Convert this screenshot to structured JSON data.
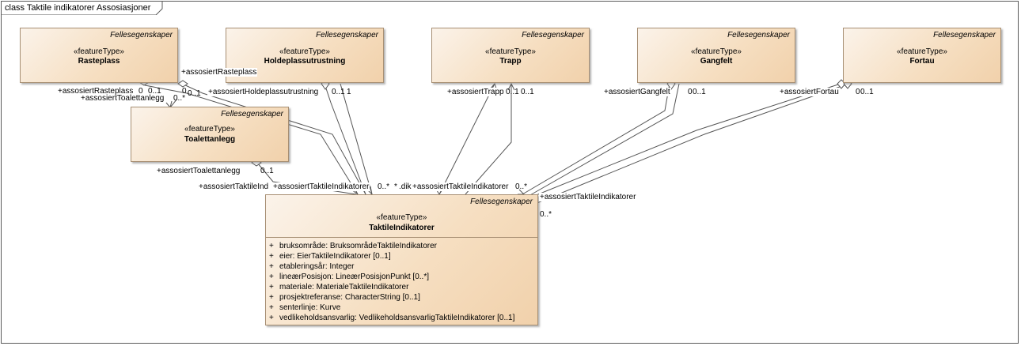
{
  "diagram": {
    "title": "class Taktile indikatorer Assosiasjoner"
  },
  "stereotype": "«featureType»",
  "group_label": "Fellesegenskaper",
  "classes": {
    "rasteplass": "Rasteplass",
    "holdeplassutrustning": "Holdeplassutrustning",
    "trapp": "Trapp",
    "gangfelt": "Gangfelt",
    "fortau": "Fortau",
    "toalettanlegg": "Toalettanlegg",
    "taktileindikatorer": "TaktileIndikatorer"
  },
  "attributes": [
    {
      "vis": "+",
      "text": "bruksområde: BruksområdeTaktileIndikatorer"
    },
    {
      "vis": "+",
      "text": "eier: EierTaktileIndikatorer [0..1]"
    },
    {
      "vis": "+",
      "text": "etableringsår: Integer"
    },
    {
      "vis": "+",
      "text": "lineærPosisjon: LineærPosisjonPunkt [0..*]"
    },
    {
      "vis": "+",
      "text": "materiale: MaterialeTaktileIndikatorer"
    },
    {
      "vis": "+",
      "text": "prosjektreferanse: CharacterString [0..1]"
    },
    {
      "vis": "+",
      "text": "senterlinje: Kurve"
    },
    {
      "vis": "+",
      "text": "vedlikeholdsansvarlig: VedlikeholdsansvarligTaktileIndikatorer [0..1]"
    }
  ],
  "labels": {
    "assosiert_rasteplass_a": "+assosiertRasteplass",
    "assosiert_rasteplass_b": "+assosiertRasteplass",
    "mult_rp_0": "0",
    "mult_rp_01": "0..1",
    "mult_rp_0b": "0",
    "mult_rp_01b": "0..1",
    "assosiert_toalettanlegg_a": "+assosiertToalettanlegg",
    "mult_toal_many": "0..*",
    "assosiert_holdeplass": "+assosiertHoldeplassutrustning",
    "mult_hold": "0..1",
    "mult_hold_1": "1",
    "assosiert_trapp": "+assosiertTrapp",
    "mult_trapp_0": "0..1",
    "mult_trapp_1": "0..1",
    "assosiert_gangfelt": "+assosiertGangfelt",
    "mult_gang": "0",
    "mult_gang_b": "0..1",
    "assosiert_fortau": "+assosiertFortau",
    "mult_fortau": "0",
    "mult_fortau_b": "0..1",
    "assosiert_toalettanlegg_b": "+assosiertToalettanlegg",
    "mult_toal_b": "0..1",
    "taktile_ind_short": "+assosiertTaktileInd",
    "taktile_ind_a": "+assosiertTaktileIndikatorer",
    "mult_ti_a": "0..*",
    "mult_ti_b": "*",
    "taktile_dik": ".dik",
    "taktile_ind_b": "+assosiertTaktileIndikatorer",
    "mult_ti_c": "0..*",
    "taktile_ind_c": "+assosiertTaktileIndikatorer",
    "mult_ti_d": "0..*"
  }
}
